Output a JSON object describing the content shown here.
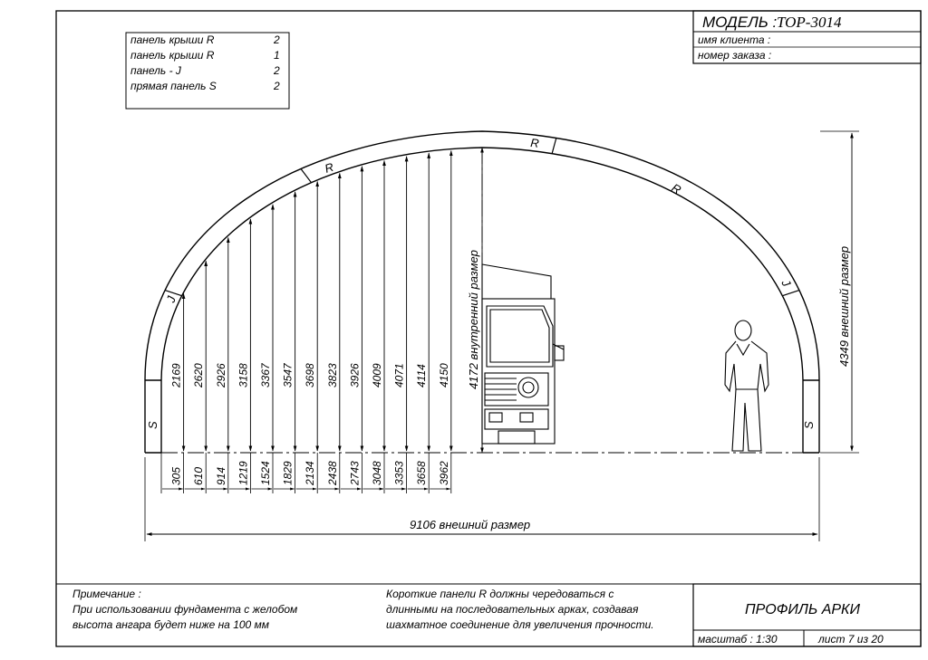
{
  "title_block": {
    "model_label": "МОДЕЛЬ :",
    "model_value": "TOP-3014",
    "client_label": "имя клиента :",
    "order_label": "номер заказа :",
    "drawing_title": "ПРОФИЛЬ АРКИ",
    "scale_label": "масштаб : 1:30",
    "sheet_label": "лист 7 из 20"
  },
  "panels_table": [
    {
      "name": "панель крыши R",
      "qty": "2"
    },
    {
      "name": "панель крыши R",
      "qty": "1"
    },
    {
      "name": "панель - J",
      "qty": "2"
    },
    {
      "name": "прямая панель S",
      "qty": "2"
    }
  ],
  "heights": [
    "2169",
    "2620",
    "2926",
    "3158",
    "3367",
    "3547",
    "3698",
    "3823",
    "3926",
    "4009",
    "4071",
    "4114",
    "4150"
  ],
  "offsets": [
    "305",
    "610",
    "914",
    "1219",
    "1524",
    "1829",
    "2134",
    "2438",
    "2743",
    "3048",
    "3353",
    "3658",
    "3962"
  ],
  "inner_height_label": "4172 внутренний размер",
  "outer_height_label": "4349 внешний размер",
  "outer_width_label": "9106 внешний размер",
  "segment_labels": {
    "s": "S",
    "j": "J",
    "r": "R"
  },
  "note": {
    "title": "Примечание :",
    "line1": "При использовании фундамента с желобом",
    "line2": "высота ангара будет ниже на 100 мм"
  },
  "note2": {
    "line1": "Короткие панели R должны чередоваться с",
    "line2": "длинными на последовательных арках, создавая",
    "line3": "шахматное соединение для увеличения прочности."
  }
}
